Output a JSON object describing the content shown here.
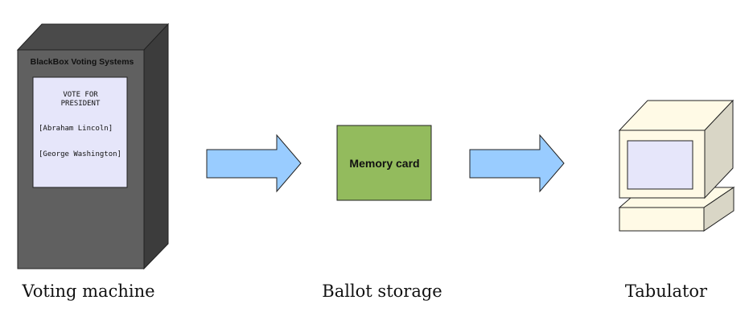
{
  "voting_machine": {
    "brand": "BlackBox Voting Systems",
    "ballot_title_line1": "VOTE FOR",
    "ballot_title_line2": "PRESIDENT",
    "options": [
      "[Abraham Lincoln]",
      "[George Washington]"
    ],
    "caption": "Voting machine"
  },
  "storage": {
    "card_label": "Memory card",
    "caption": "Ballot storage"
  },
  "tabulator": {
    "caption": "Tabulator"
  },
  "colors": {
    "machine_front": "#606060",
    "machine_top": "#4a4a4a",
    "machine_side": "#3c3c3c",
    "ballot_screen": "#e6e6fa",
    "arrow": "#99ccff",
    "memory_card": "#93bb5d",
    "tabulator_body": "#fffae6",
    "tabulator_side": "#d9d6c6",
    "tabulator_screen": "#e6e6fa"
  }
}
